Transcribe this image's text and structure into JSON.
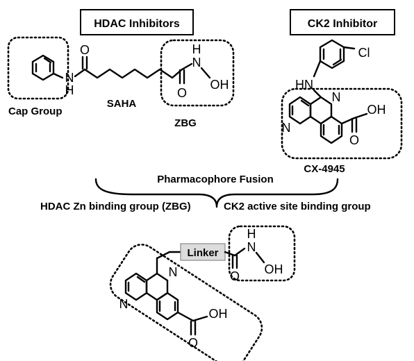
{
  "titles": {
    "hdac": "HDAC Inhibitors",
    "ck2": "CK2 Inhibitor"
  },
  "labels": {
    "cap_group": "Cap Group",
    "saha": "SAHA",
    "zbg": "ZBG",
    "cx4945": "CX-4945",
    "fusion": "Pharmacophore Fusion",
    "hdac_zbg": "HDAC Zn binding group (ZBG)",
    "ck2_site": "CK2 active site binding group",
    "linker": "Linker"
  },
  "atoms": {
    "H": "H",
    "N": "N",
    "O": "O",
    "OH": "OH",
    "Cl": "Cl",
    "HN": "HN"
  }
}
